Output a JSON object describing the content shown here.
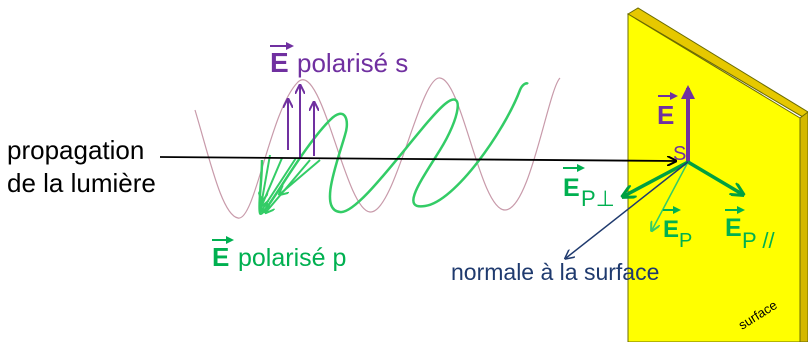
{
  "labels": {
    "propagation_line1": "propagation",
    "propagation_line2": "de la lumière",
    "e_s_letter": "E",
    "e_s_suffix": "polarisé s",
    "e_p_letter": "E",
    "e_p_suffix": "polarisé p",
    "es_vector": "E",
    "es_sub": "S",
    "ep_perp": "E",
    "ep_perp_sub": "P⊥",
    "ep": "E",
    "ep_sub": "P",
    "ep_par": "E",
    "ep_par_sub": "P //",
    "normale": "normale à la surface",
    "surface": "surface"
  },
  "colors": {
    "purple": "#7030a0",
    "green": "#00b050",
    "light_green": "#33cc66",
    "navy": "#1f3a6e",
    "pink": "#c89aaa",
    "yellow": "#ffff00",
    "black": "#000000"
  }
}
